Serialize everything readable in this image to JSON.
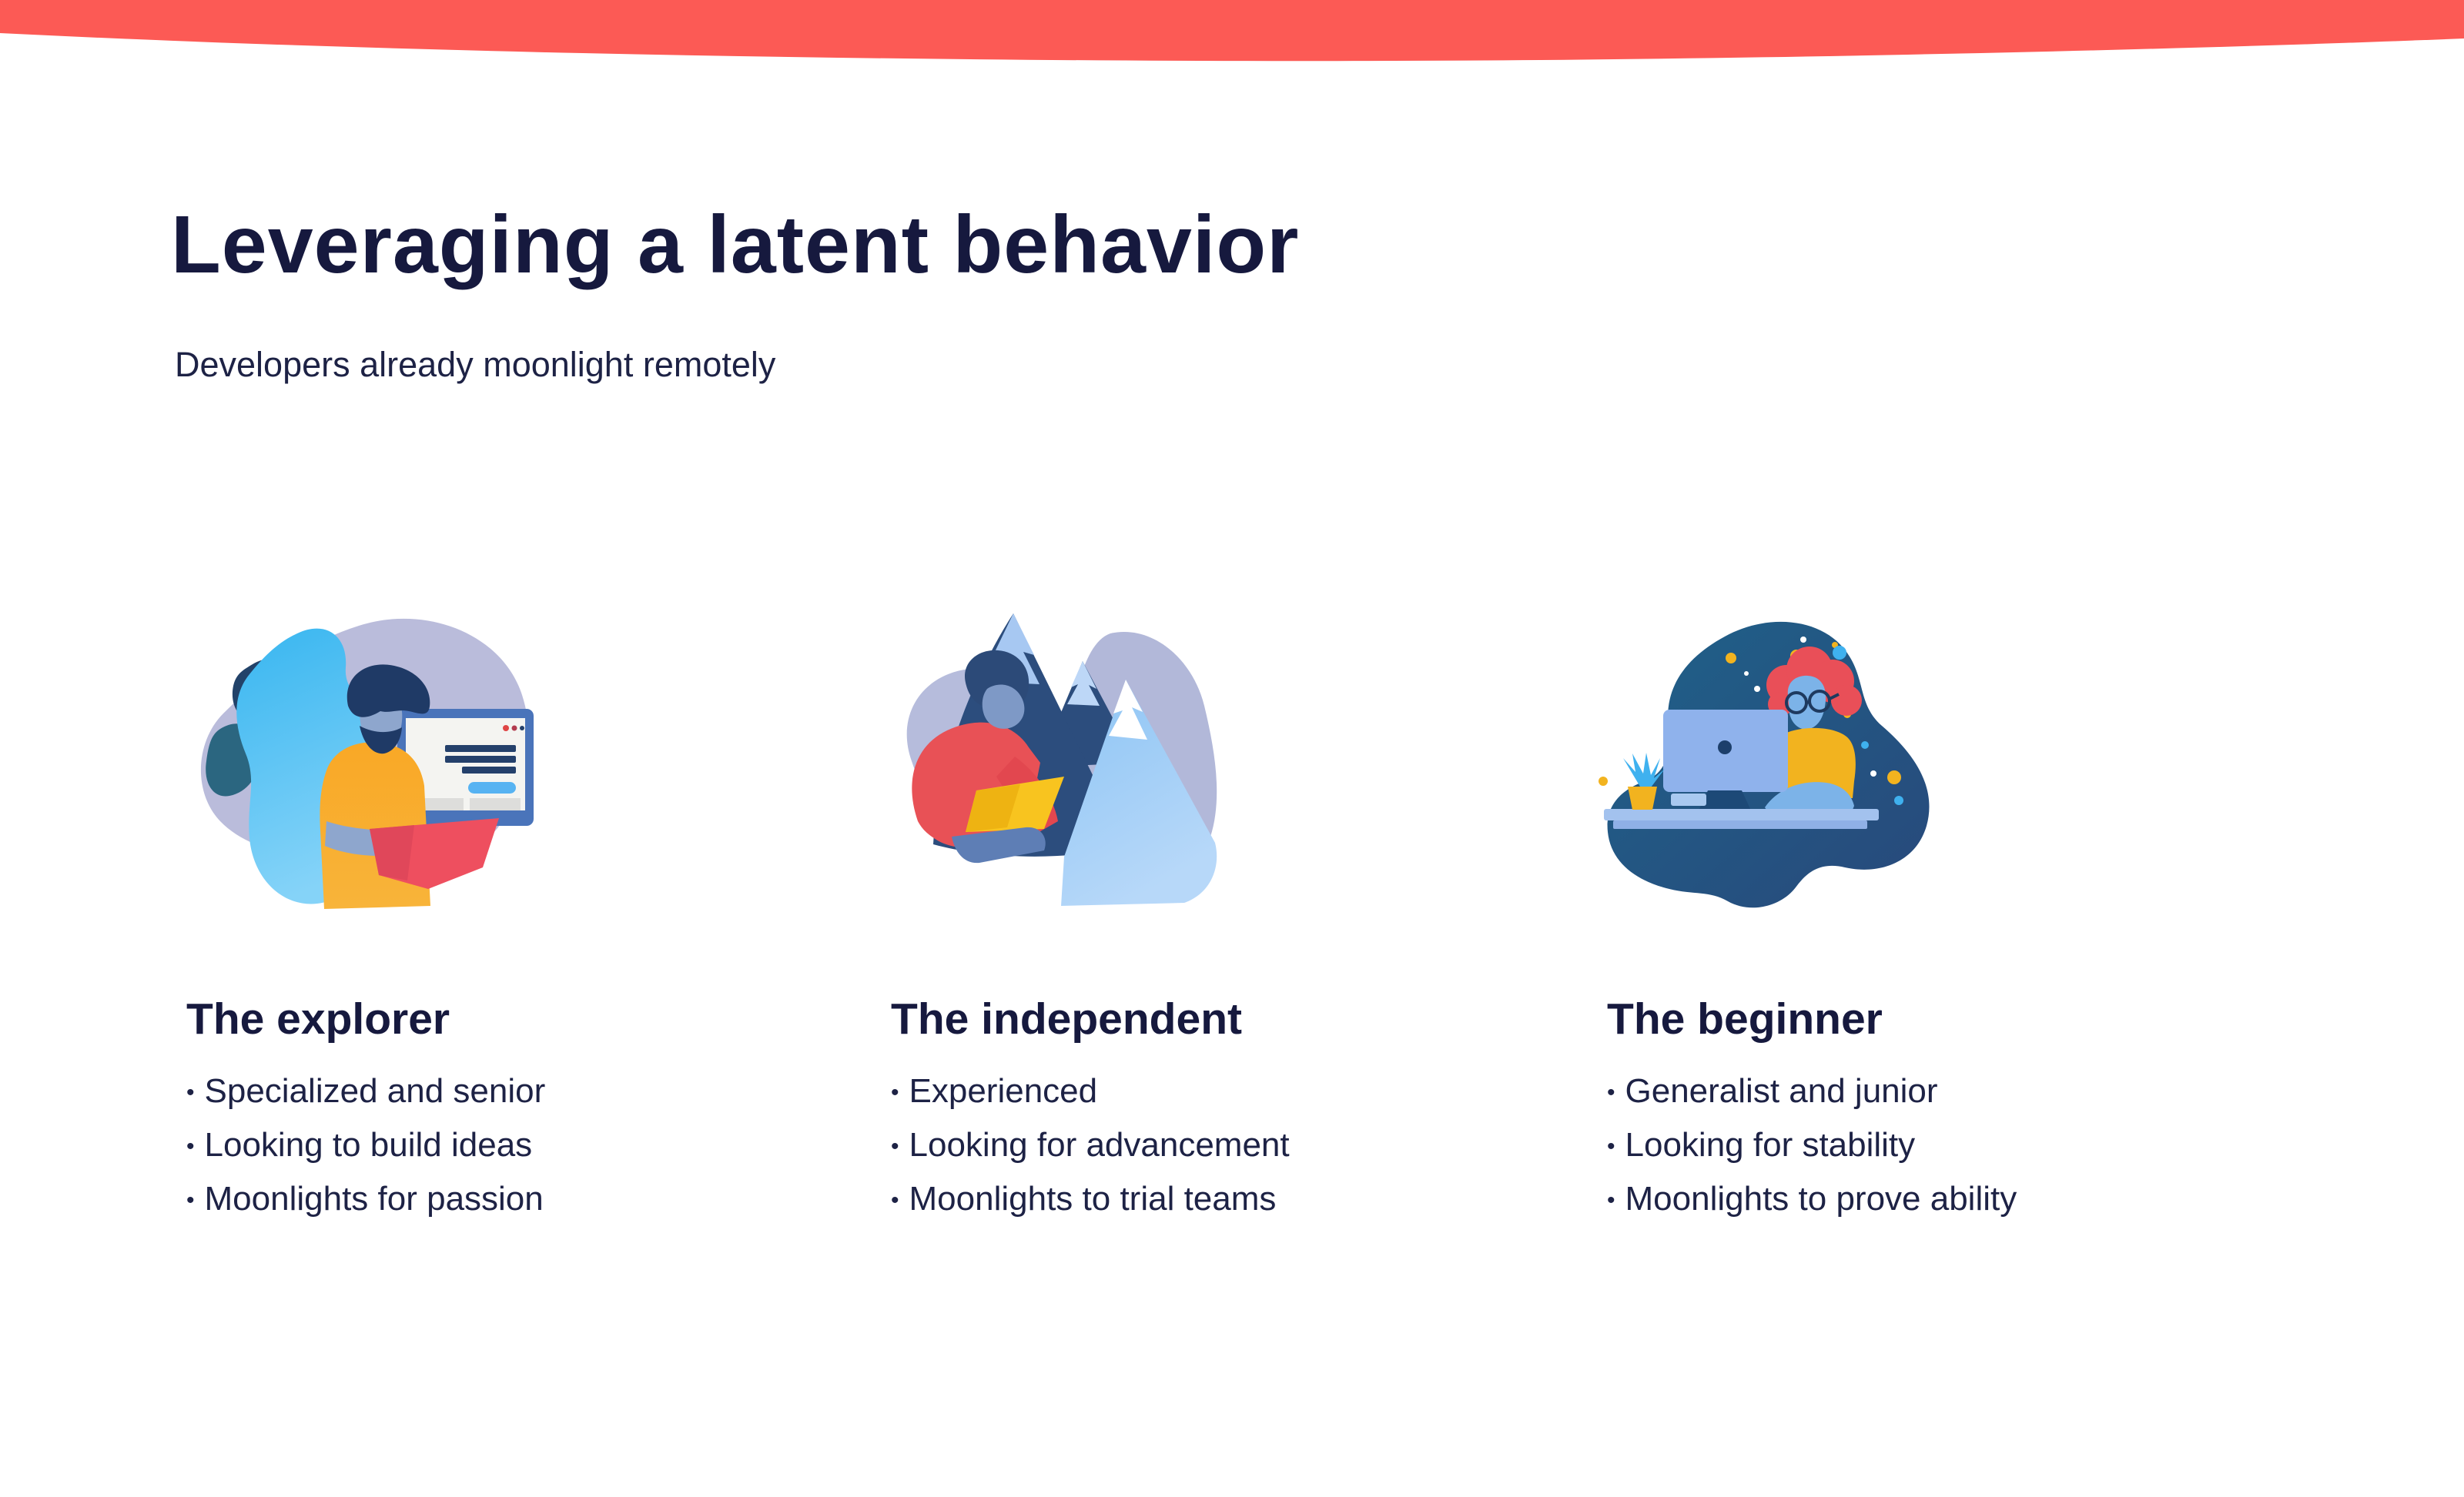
{
  "slide": {
    "title": "Leveraging a latent behavior",
    "subtitle": "Developers already moonlight remotely"
  },
  "bullet_char": "•",
  "colors": {
    "accent_red": "#fc5a55",
    "heading_navy": "#16193e",
    "text_navy": "#1d2245"
  },
  "personas": [
    {
      "name": "The explorer",
      "illustration": "bearded-developer-with-browser-window-illustration",
      "bullets": [
        "Specialized and senior",
        "Looking to build ideas",
        "Moonlights for passion"
      ]
    },
    {
      "name": "The independent",
      "illustration": "hiker-reading-map-by-mountains-illustration",
      "bullets": [
        "Experienced",
        "Looking for advancement",
        "Moonlights to trial teams"
      ]
    },
    {
      "name": "The beginner",
      "illustration": "person-with-afro-at-desktop-computer-illustration",
      "bullets": [
        "Generalist and junior",
        "Looking for stability",
        "Moonlights to prove ability"
      ]
    }
  ]
}
